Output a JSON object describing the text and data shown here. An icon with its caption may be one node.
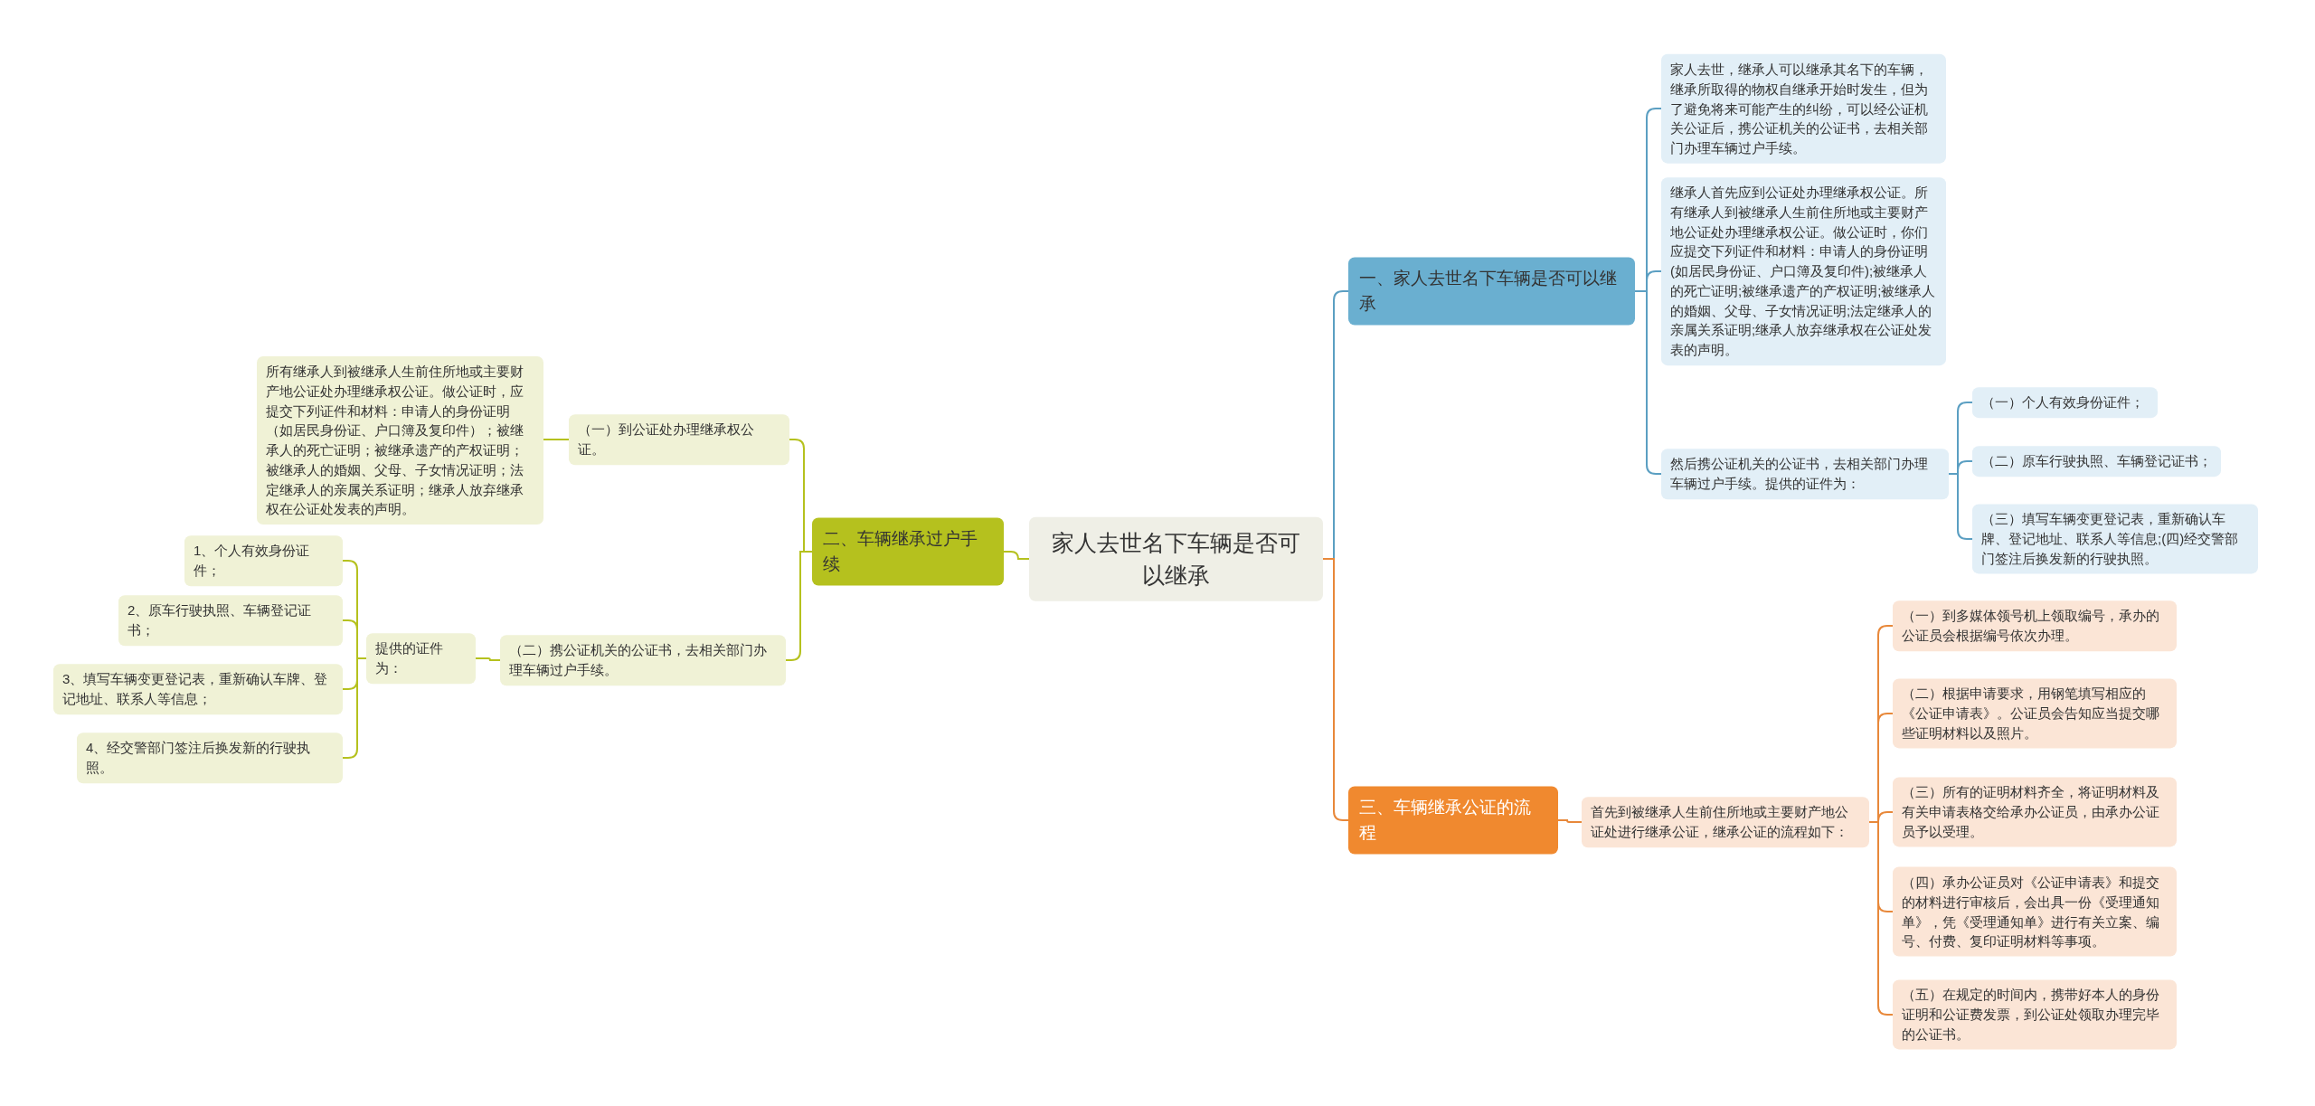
{
  "diagram": {
    "nodes": [
      {
        "text": [
          "家人去世名下车辆是否可以继承"
        ]
      },
      {
        "text": [
          "一、家人去世名下车辆是否可以继承"
        ]
      },
      {
        "text": [
          "家人去世，继承人可以继承其名下的车辆，继承所取得的物权自继承开始时发生，但为了避免将来可能产生的纠纷，可以经公证机关公证后，携公证机关的公证书，去相关部门办理车辆过户手续。"
        ]
      },
      {
        "text": [
          "继承人首先应到公证处办理继承权公证。所有继承人到被继承人生前住所地或主要财产地公证处办理继承权公证。做公证时，你们应提交下列证件和材料：申请人的身份证明(如居民身份证、户口簿及复印件);被继承人的死亡证明;被继承遗产的产权证明;被继承人的婚姻、父母、子女情况证明;法定继承人的亲属关系证明;继承人放弃继承权在公证处发表的声明。"
        ]
      },
      {
        "text": [
          "然后携公证机关的公证书，去相关部门办理车辆过户手续。提供的证件为："
        ]
      },
      {
        "text": [
          "（一）个人有效身份证件；"
        ]
      },
      {
        "text": [
          "（二）原车行驶执照、车辆登记证书；"
        ]
      },
      {
        "text": [
          "（三）填写车辆变更登记表，重新确认车牌、登记地址、联系人等信息;(四)经交警部门签注后换发新的行驶执照。"
        ]
      },
      {
        "text": [
          "三、车辆继承公证的流程"
        ]
      },
      {
        "text": [
          "首先到被继承人生前住所地或主要财产地公证处进行继承公证，继承公证的流程如下："
        ]
      },
      {
        "text": [
          "（一）到多媒体领号机上领取编号，承办的公证员会根据编号依次办理。"
        ]
      },
      {
        "text": [
          "（二）根据申请要求，用钢笔填写相应的《公证申请表》。公证员会告知应当提交哪些证明材料以及照片。"
        ]
      },
      {
        "text": [
          "（三）所有的证明材料齐全，将证明材料及有关申请表格交给承办公证员，由承办公证员予以受理。"
        ]
      },
      {
        "text": [
          "（四）承办公证员对《公证申请表》和提交的材料进行审核后，会出具一份《受理通知单》，凭《受理通知单》进行有关立案、编号、付费、复印证明材料等事项。"
        ]
      },
      {
        "text": [
          "（五）在规定的时间内，携带好本人的身份证明和公证费发票，到公证处领取办理完毕的公证书。"
        ]
      },
      {
        "text": [
          "二、车辆继承过户手续"
        ]
      },
      {
        "text": [
          "（一）到公证处办理继承权公证。"
        ]
      },
      {
        "text": [
          "所有继承人到被继承人生前住所地或主要财产地公证处办理继承权公证。做公证时，应提交下列证件和材料：申请人的身份证明（如居民身份证、户口簿及复印件）；被继承人的死亡证明；被继承遗产的产权证明；被继承人的婚姻、父母、子女情况证明；法定继承人的亲属关系证明；继承人放弃继承权在公证处发表的声明。"
        ]
      },
      {
        "text": [
          "（二）携公证机关的公证书，去相关部门办理车辆过户手续。"
        ]
      },
      {
        "text": [
          "提供的证件为："
        ]
      },
      {
        "text": [
          "1、个人有效身份证件；"
        ]
      },
      {
        "text": [
          "2、原车行驶执照、车辆登记证书；"
        ]
      },
      {
        "text": [
          "3、填写车辆变更登记表，重新确认车牌、登记地址、联系人等信息；"
        ]
      },
      {
        "text": [
          "4、经交警部门签注后换发新的行驶执照。"
        ]
      }
    ],
    "edges": [
      {
        "from": 0,
        "to": 1,
        "arrow": "none",
        "color": "#5b9fc2"
      },
      {
        "from": 1,
        "to": 2,
        "arrow": "none",
        "color": "#5b9fc2"
      },
      {
        "from": 1,
        "to": 3,
        "arrow": "none",
        "color": "#5b9fc2"
      },
      {
        "from": 1,
        "to": 4,
        "arrow": "none",
        "color": "#5b9fc2"
      },
      {
        "from": 4,
        "to": 5,
        "arrow": "none",
        "color": "#5b9fc2"
      },
      {
        "from": 4,
        "to": 6,
        "arrow": "none",
        "color": "#5b9fc2"
      },
      {
        "from": 4,
        "to": 7,
        "arrow": "none",
        "color": "#5b9fc2"
      },
      {
        "from": 0,
        "to": 8,
        "arrow": "none",
        "color": "#e8883a"
      },
      {
        "from": 8,
        "to": 9,
        "arrow": "none",
        "color": "#e8883a"
      },
      {
        "from": 9,
        "to": 10,
        "arrow": "none",
        "color": "#e8883a"
      },
      {
        "from": 9,
        "to": 11,
        "arrow": "none",
        "color": "#e8883a"
      },
      {
        "from": 9,
        "to": 12,
        "arrow": "none",
        "color": "#e8883a"
      },
      {
        "from": 9,
        "to": 13,
        "arrow": "none",
        "color": "#e8883a"
      },
      {
        "from": 9,
        "to": 14,
        "arrow": "none",
        "color": "#e8883a"
      },
      {
        "from": 0,
        "to": 15,
        "arrow": "none"
      },
      {
        "from": 15,
        "to": 16,
        "arrow": "none"
      },
      {
        "from": 16,
        "to": 17,
        "arrow": "none"
      },
      {
        "from": 15,
        "to": 18,
        "arrow": "none"
      },
      {
        "from": 18,
        "to": 19,
        "arrow": "none"
      },
      {
        "from": 19,
        "to": 20,
        "arrow": "none"
      },
      {
        "from": 19,
        "to": 21,
        "arrow": "none"
      },
      {
        "from": 19,
        "to": 22,
        "arrow": "none"
      },
      {
        "from": 19,
        "to": 23,
        "arrow": "none"
      }
    ]
  }
}
